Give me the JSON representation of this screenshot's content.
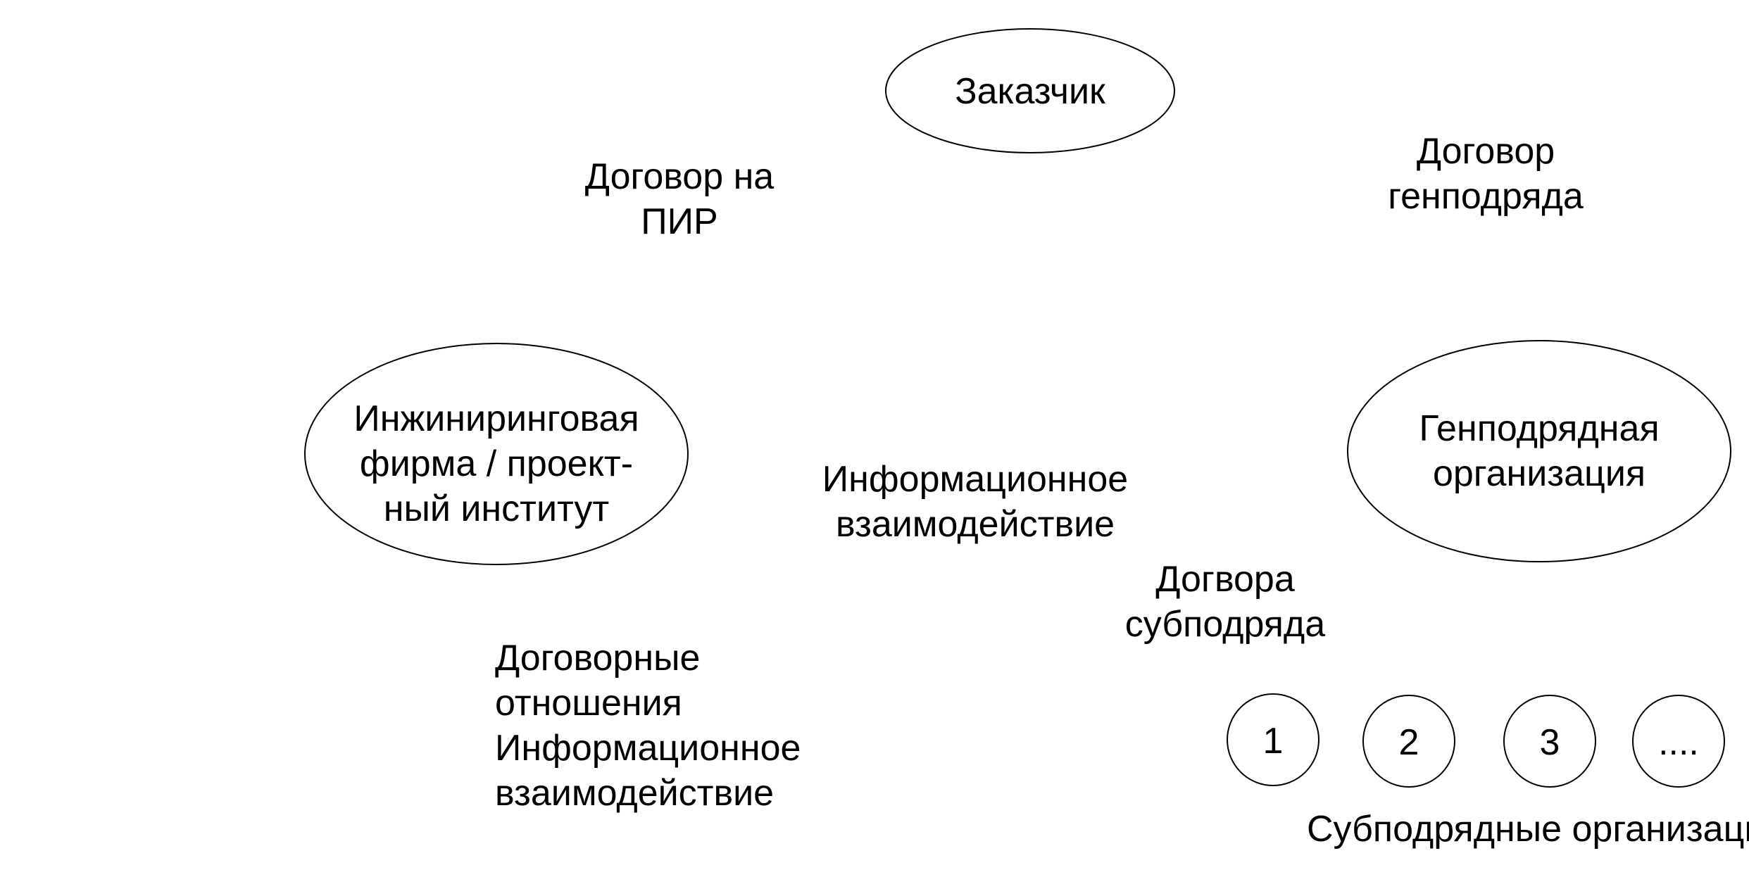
{
  "nodes": {
    "customer": "Заказчик",
    "engineering": "Инжиниринговая\nфирма / проект-\nный институт",
    "general_contractor": "Генподрядная\nорганизация",
    "sub_1": "1",
    "sub_2": "2",
    "sub_3": "3",
    "sub_more": "...."
  },
  "edge_labels": {
    "design_contract": "Договор на\nПИР",
    "general_contract": "Договор\nгенподряда",
    "info_interaction": "Информационное\nвзаимодействие",
    "subcontracts": "Догвора\nсубподряда"
  },
  "legend": {
    "text": "Договорные\nотношения\nИнформационное\nвзаимодействие"
  },
  "group_labels": {
    "subcontractors": "Субподрядные организации"
  },
  "colors": {
    "stroke": "#000000",
    "background": "#ffffff",
    "text": "#000000"
  }
}
